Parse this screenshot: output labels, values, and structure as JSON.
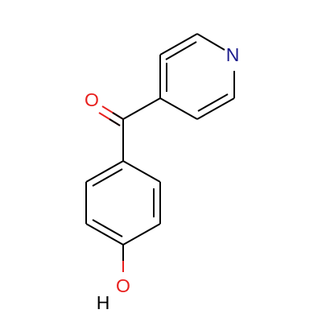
{
  "molecule": {
    "atoms": {
      "nitrogen": {
        "label": "N",
        "color": "#1a1a8c"
      },
      "oxygen_carbonyl": {
        "label": "O",
        "color": "#e8201e"
      },
      "oxygen_hydroxyl": {
        "label": "O",
        "color": "#e8201e"
      },
      "hydrogen": {
        "label": "H",
        "color": "#000000"
      }
    },
    "bond_color_default": "#000000",
    "oxygen_color": "#e8201e",
    "nitrogen_color": "#1a1a8c"
  }
}
